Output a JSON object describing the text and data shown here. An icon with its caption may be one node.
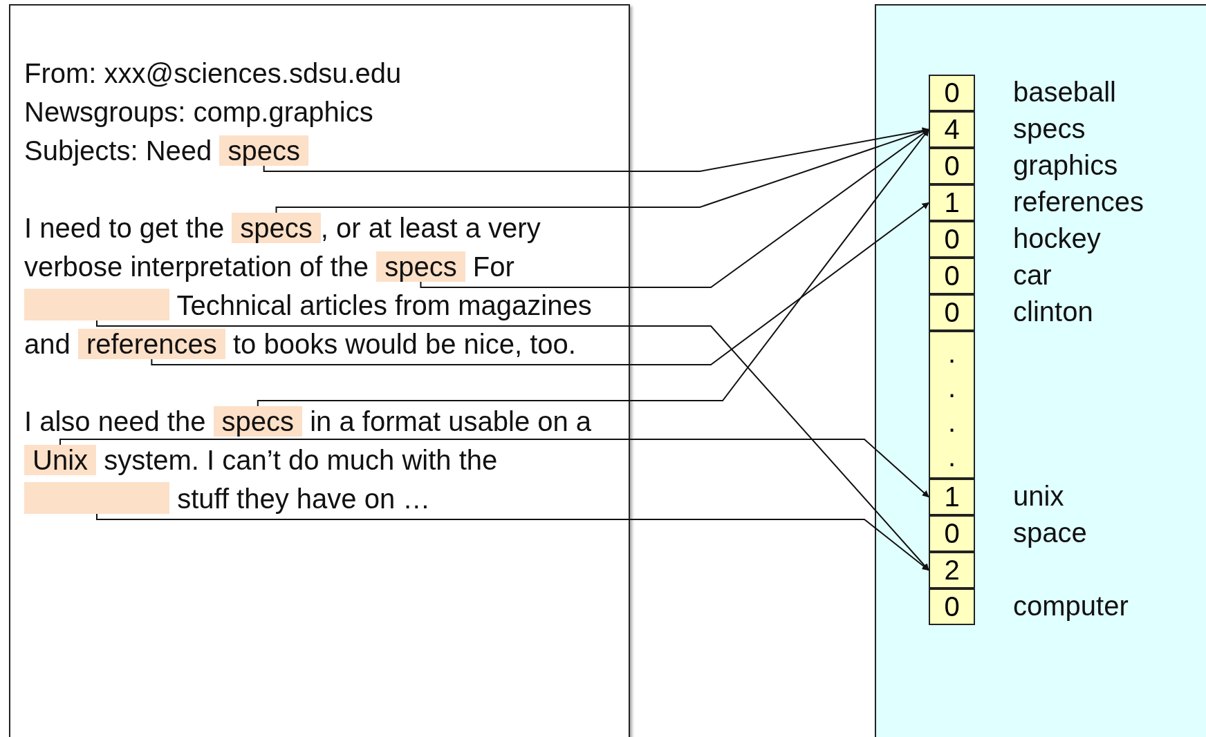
{
  "diagram": {
    "nodes": [
      {
        "text": [
          "From: xxx@sciences.sdsu.edu",
          "Newsgroups: comp.graphics",
          "Subjects: Need",
          "I need to get the",
          ", or at least a very verbose interpretation of the",
          "For",
          "Technical articles from magazines and",
          "to books would be nice, too.",
          "I also need the",
          "in a format usable on a",
          "system. I can’t do much with the",
          "stuff they have on …"
        ]
      },
      {
        "text": [
          "specs"
        ],
        "in": 0
      },
      {
        "text": [
          "specs"
        ],
        "in": 0
      },
      {
        "text": [
          "specs"
        ],
        "in": 0
      },
      {
        "text": [],
        "shape": "box",
        "in": 0
      },
      {
        "text": [
          "references"
        ],
        "in": 0
      },
      {
        "text": [
          "specs"
        ],
        "in": 0
      },
      {
        "text": [
          "Unix"
        ],
        "in": 0
      },
      {
        "text": [],
        "shape": "box",
        "in": 0
      },
      {
        "text": [],
        "shape": "box"
      },
      {
        "text": [
          "0"
        ],
        "in": 9,
        "beside": [
          "baseball"
        ]
      },
      {
        "text": [
          "4"
        ],
        "in": 9,
        "beside": [
          "specs"
        ]
      },
      {
        "text": [
          "0"
        ],
        "in": 9,
        "beside": [
          "graphics"
        ]
      },
      {
        "text": [
          "1"
        ],
        "in": 9,
        "beside": [
          "references"
        ]
      },
      {
        "text": [
          "0"
        ],
        "in": 9,
        "beside": [
          "hockey"
        ]
      },
      {
        "text": [
          "0"
        ],
        "in": 9,
        "beside": [
          "car"
        ]
      },
      {
        "text": [
          "0"
        ],
        "in": 9,
        "beside": [
          "clinton"
        ]
      },
      {
        "text": [
          ". . . ."
        ],
        "in": 9
      },
      {
        "text": [
          "1"
        ],
        "in": 9,
        "beside": [
          "unix"
        ]
      },
      {
        "text": [
          "0"
        ],
        "in": 9,
        "beside": [
          "space"
        ]
      },
      {
        "text": [
          "2"
        ],
        "in": 9
      },
      {
        "text": [
          "0"
        ],
        "in": 9,
        "beside": [
          "computer"
        ]
      }
    ],
    "edges": [
      {
        "from": 1,
        "to": 11,
        "arrow": "to"
      },
      {
        "from": 2,
        "to": 11,
        "arrow": "to"
      },
      {
        "from": 3,
        "to": 11,
        "arrow": "to"
      },
      {
        "from": 4,
        "to": 20,
        "arrow": "to"
      },
      {
        "from": 5,
        "to": 13,
        "arrow": "to"
      },
      {
        "from": 6,
        "to": 11,
        "arrow": "to"
      },
      {
        "from": 7,
        "to": 18,
        "arrow": "to"
      },
      {
        "from": 8,
        "to": 20,
        "arrow": "to"
      }
    ]
  }
}
